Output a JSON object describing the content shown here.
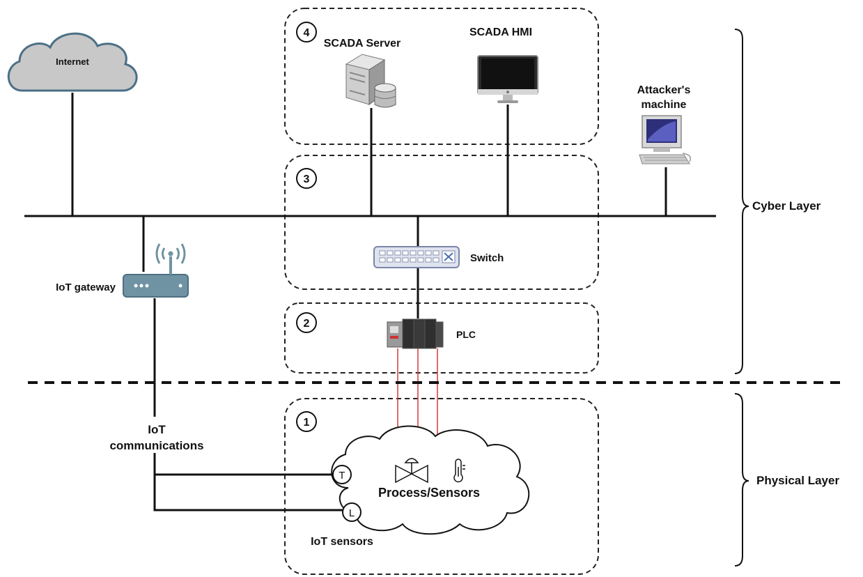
{
  "labels": {
    "internet": "Internet",
    "scada_server": "SCADA Server",
    "scada_hmi": "SCADA HMI",
    "attacker_line1": "Attacker's",
    "attacker_line2": "machine",
    "cyber_layer": "Cyber Layer",
    "physical_layer": "Physical Layer",
    "switch": "Switch",
    "plc": "PLC",
    "iot_gateway": "IoT gateway",
    "iot_comm_line1": "IoT",
    "iot_comm_line2": "communications",
    "process_sensors": "Process/Sensors",
    "iot_sensors": "IoT sensors",
    "sensor_t": "T",
    "sensor_l": "L"
  },
  "zones": [
    {
      "number": "4"
    },
    {
      "number": "3"
    },
    {
      "number": "2"
    },
    {
      "number": "1"
    }
  ],
  "icons": {
    "internet": "cloud-icon",
    "scada_server": "server-icon",
    "scada_hmi": "monitor-icon",
    "attacker": "computer-icon",
    "switch": "network-switch-icon",
    "plc": "plc-icon",
    "gateway": "wifi-router-icon",
    "valve": "valve-icon",
    "thermometer": "thermometer-icon"
  },
  "colors": {
    "line": "#111111",
    "red_wire": "#d23a3a",
    "cloud_fill": "#c8c8c8",
    "gateway_fill": "#6f93a3",
    "switch_fill": "#dfe3ee"
  }
}
